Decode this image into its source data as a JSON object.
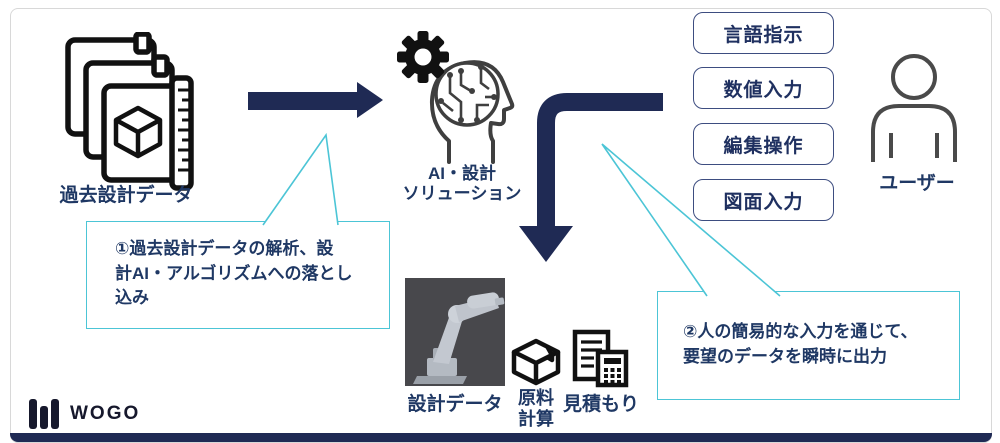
{
  "colors": {
    "arrow_navy": "#1f2a54",
    "text_navy": "#1f3864",
    "box_border_navy": "#3d4d80",
    "callout_cyan": "#4cc5d6",
    "frame_gray": "#d8d8d8",
    "robot_bg": "#48484c"
  },
  "nodes": {
    "past_data": {
      "label": "過去設計データ",
      "icon": "blueprint-stack-icon"
    },
    "ai_solution": {
      "label": "AI・設計\nソリューション",
      "icon": "ai-head-gear-icon"
    },
    "user": {
      "label": "ユーザー",
      "icon": "person-icon"
    }
  },
  "inputs": [
    {
      "label": "言語指示"
    },
    {
      "label": "数値入力"
    },
    {
      "label": "編集操作"
    },
    {
      "label": "図面入力"
    }
  ],
  "outputs": {
    "design_data": {
      "label": "設計データ",
      "icon": "robot-arm-image"
    },
    "material_calc": {
      "label": "原料\n計算",
      "icon": "package-box-icon"
    },
    "estimate": {
      "label": "見積もり",
      "icon": "document-calculator-icon"
    }
  },
  "callouts": [
    {
      "text": "①過去設計データの解析、設\n計AI・アルゴリズムへの落とし\n込み"
    },
    {
      "text": "②人の簡易的な入力を通じて、\n要望のデータを瞬時に出力"
    }
  ],
  "logo": {
    "text": "WOGO"
  }
}
